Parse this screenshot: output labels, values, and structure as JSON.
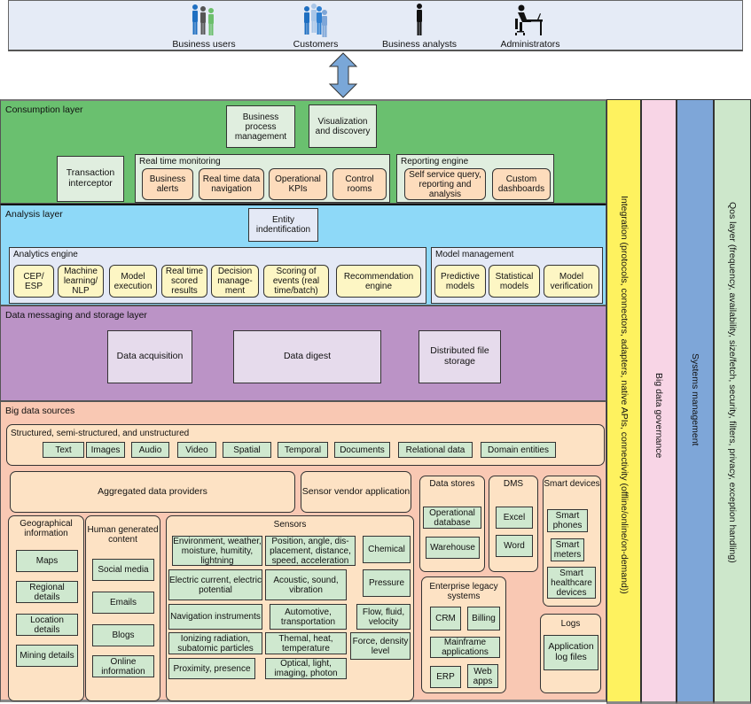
{
  "users": [
    {
      "label": "Business users",
      "icon": "business-users-icon"
    },
    {
      "label": "Customers",
      "icon": "customers-icon"
    },
    {
      "label": "Business analysts",
      "icon": "business-analyst-icon"
    },
    {
      "label": "Administrators",
      "icon": "administrator-icon"
    }
  ],
  "connector": {
    "icon": "double-arrow-icon",
    "color": "#7aa7d8"
  },
  "consumption": {
    "title": "Consumption layer",
    "bpm": "Business process management",
    "visualization": "Visualization and discovery",
    "transaction": "Transaction interceptor",
    "realtime": {
      "title": "Real time monitoring",
      "items": [
        "Business alerts",
        "Real time data navigation",
        "Operational KPIs",
        "Control rooms"
      ]
    },
    "reporting": {
      "title": "Reporting engine",
      "items": [
        "Self service query, reporting and analysis",
        "Custom dashboards"
      ]
    }
  },
  "analysis": {
    "title": "Analysis layer",
    "entity": "Entity indentification",
    "analytics": {
      "title": "Analytics engine",
      "items": [
        "CEP/ ESP",
        "Machine learning/ NLP",
        "Model execution",
        "Real time scored results",
        "Decision manage-ment",
        "Scoring of events (real time/batch)",
        "Recommendation engine"
      ]
    },
    "model": {
      "title": "Model management",
      "items": [
        "Predictive models",
        "Statistical models",
        "Model verification"
      ]
    }
  },
  "messaging": {
    "title": "Data messaging and storage layer",
    "items": [
      "Data acquisition",
      "Data digest",
      "Distributed file storage"
    ]
  },
  "sources": {
    "title": "Big data sources",
    "structured": {
      "title": "Structured, semi-structured, and unstructured",
      "items": [
        "Text",
        "Images",
        "Audio",
        "Video",
        "Spatial",
        "Temporal",
        "Documents",
        "Relational data",
        "Domain entities"
      ]
    },
    "aggregated": "Aggregated data providers",
    "sensor_vendor": "Sensor vendor application",
    "geo": {
      "title": "Geographical information",
      "items": [
        "Maps",
        "Regional details",
        "Location details",
        "Mining details"
      ]
    },
    "human": {
      "title": "Human generated content",
      "items": [
        "Social media",
        "Emails",
        "Blogs",
        "Online information"
      ]
    },
    "sensors": {
      "title": "Sensors",
      "items": [
        "Environment, weather, moisture, humitity, lightning",
        "Position, angle, dis-placement, distance, speed, acceleration",
        "Chemical",
        "Electric current, electric potential",
        "Acoustic, sound, vibration",
        "Pressure",
        "Navigation instruments",
        "Automotive, transportation",
        "Flow, fluid, velocity",
        "Ionizing radiation, subatomic particles",
        "Themal, heat, temperature",
        "Force, density level",
        "Proximity, presence",
        "Optical, light, imaging, photon"
      ]
    },
    "datastores": {
      "title": "Data stores",
      "items": [
        "Operational database",
        "Warehouse"
      ]
    },
    "dms": {
      "title": "DMS",
      "items": [
        "Excel",
        "Word"
      ]
    },
    "smart": {
      "title": "Smart devices",
      "items": [
        "Smart phones",
        "Smart meters",
        "Smart healthcare devices"
      ]
    },
    "enterprise": {
      "title": "Enterprise legacy systems",
      "items": [
        "CRM",
        "Billing",
        "Mainframe applications",
        "ERP",
        "Web apps"
      ]
    },
    "logs": {
      "title": "Logs",
      "items": [
        "Application log files"
      ]
    }
  },
  "vertical_layers": [
    {
      "label": "Integration (protocols, connectors, adapters, native APIs, connectivity (offline/online/on-demand))",
      "color": "#fef25f"
    },
    {
      "label": "Big data governance",
      "color": "#f8d5e6"
    },
    {
      "label": "Systems management",
      "color": "#7ea6d8"
    },
    {
      "label": "Qos layer (frequency, availability, size/fetch, security, filters, privacy, exception handling)",
      "color": "#cde7cb"
    }
  ]
}
